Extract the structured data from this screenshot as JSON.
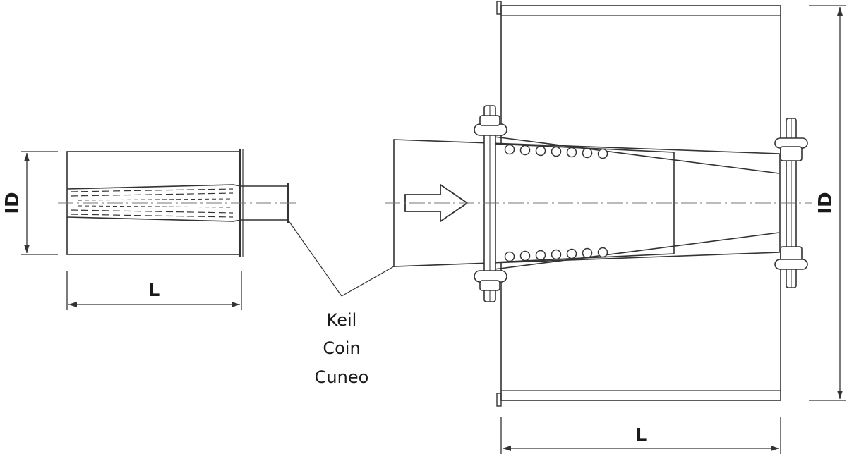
{
  "left_part": {
    "dimension_height": "ID",
    "dimension_length": "L"
  },
  "right_part": {
    "dimension_height": "ID",
    "dimension_length": "L"
  },
  "wedge_callout": {
    "lines": [
      "Keil",
      "Coin",
      "Cuneo"
    ]
  },
  "colors": {
    "stroke": "#333333",
    "text": "#1a1a1a",
    "background": "#ffffff"
  },
  "icons": {
    "insertion_arrow": "right-arrow-outline-icon"
  }
}
